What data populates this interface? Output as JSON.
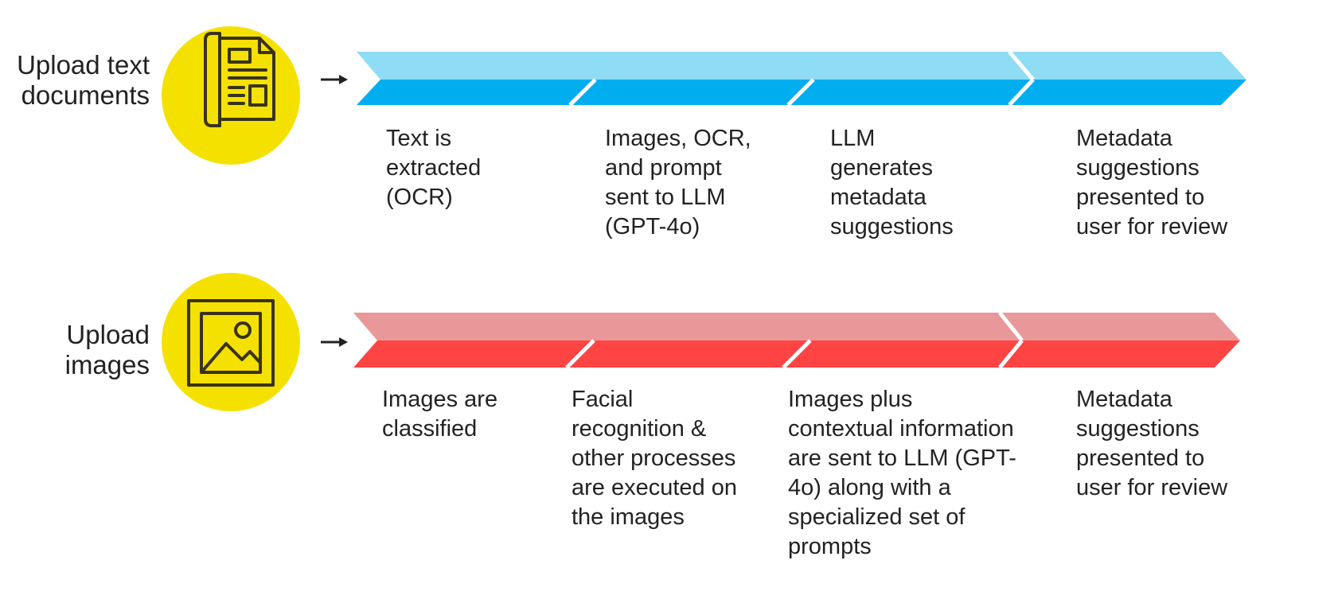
{
  "colors": {
    "icon_circle": "#F5E100",
    "icon_stroke": "#3a3317",
    "row1_light": "#8FDCF5",
    "row1_dark": "#00AEEF",
    "row2_light": "#E9989A",
    "row2_dark": "#FF4444",
    "arrow": "#222222"
  },
  "rows": [
    {
      "label_line1": "Upload text",
      "label_line2": "documents",
      "icon": "document-icon",
      "steps": [
        "Text is\nextracted\n(OCR)",
        "Images, OCR,\nand prompt\nsent to LLM\n(GPT-4o)",
        "LLM\ngenerates\nmetadata\nsuggestions",
        "Metadata\nsuggestions\npresented to\nuser for review"
      ]
    },
    {
      "label_line1": "Upload",
      "label_line2": "images",
      "icon": "image-icon",
      "steps": [
        "Images are\nclassified",
        "Facial\nrecognition &\nother processes\nare executed on\nthe images",
        "Images plus\ncontextual information\nare sent to LLM (GPT-\n4o) along with a\nspecialized set of\nprompts",
        "Metadata\nsuggestions\npresented to\nuser for review"
      ]
    }
  ]
}
